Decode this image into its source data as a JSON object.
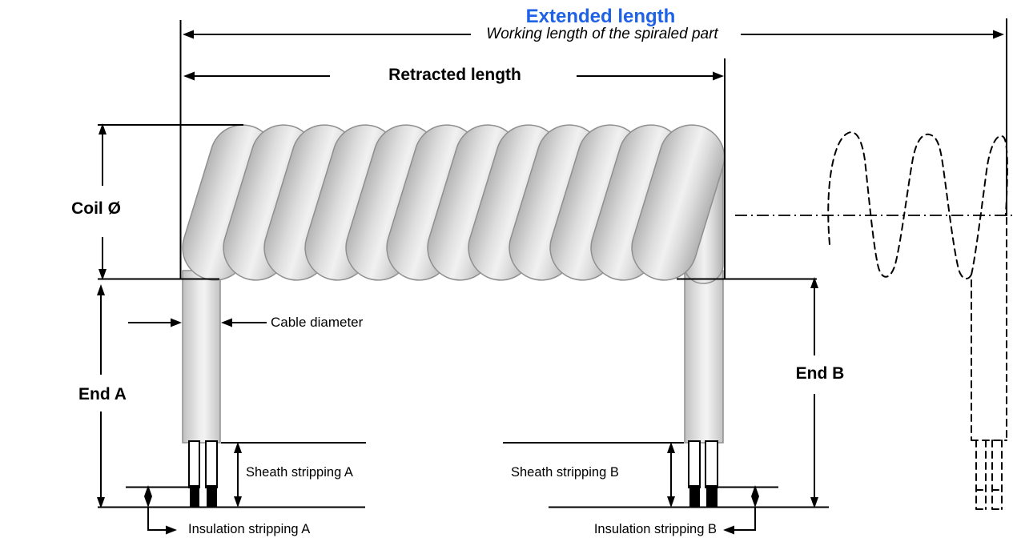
{
  "diagram": {
    "title": "Extended length",
    "subtitle": "Working length of the spiraled part",
    "labels": {
      "retracted_length": "Retracted length",
      "coil_diameter": "Coil Ø",
      "cable_diameter": "Cable diameter",
      "end_a": "End A",
      "end_b": "End B",
      "sheath_stripping_a": "Sheath stripping A",
      "sheath_stripping_b": "Sheath stripping B",
      "insulation_stripping_a": "Insulation stripping A",
      "insulation_stripping_b": "Insulation stripping B"
    },
    "coil_turns": 12,
    "colors": {
      "accent_blue": "#1f62e6",
      "line_black": "#000000",
      "coil_stroke": "#8f8f8f",
      "coil_fill_light": "#f0f0f0",
      "coil_fill_dark": "#b8b8b8"
    }
  }
}
